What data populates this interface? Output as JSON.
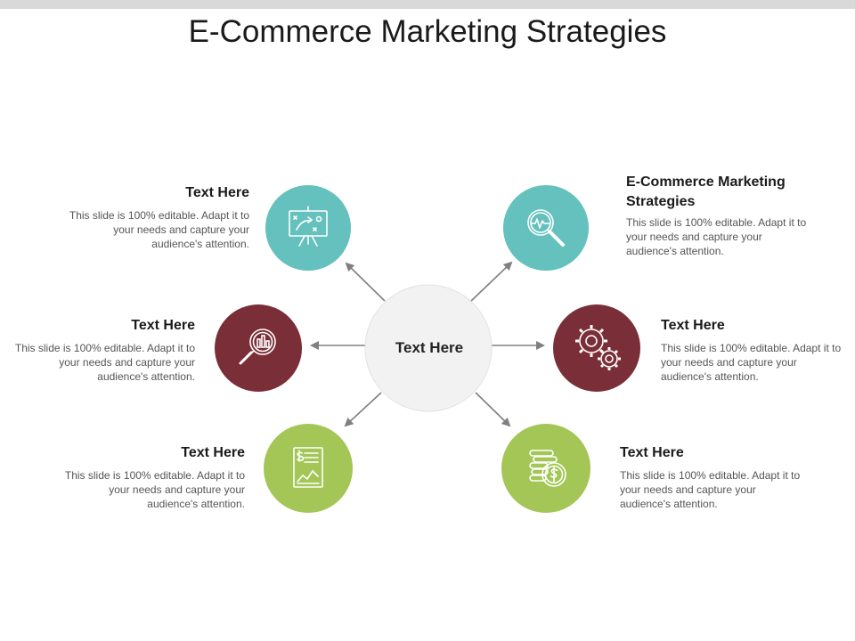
{
  "title": "E-Commerce Marketing Strategies",
  "center": {
    "label": "Text Here"
  },
  "colors": {
    "teal": "#64c1bd",
    "maroon": "#7a2e37",
    "green": "#a3c656",
    "center_fill": "#f2f2f2",
    "arrow": "#808080"
  },
  "nodes": [
    {
      "id": "top-left",
      "color": "teal",
      "icon": "strategy-board-icon",
      "heading": "Text Here",
      "body": "This slide is 100% editable. Adapt it to your needs and capture your audience's attention."
    },
    {
      "id": "middle-left",
      "color": "maroon",
      "icon": "magnifier-chart-icon",
      "heading": "Text Here",
      "body": "This slide is 100% editable. Adapt it to your needs and capture your audience's attention."
    },
    {
      "id": "bottom-left",
      "color": "green",
      "icon": "financial-report-icon",
      "heading": "Text Here",
      "body": "This slide is 100% editable. Adapt it to your needs and capture your audience's attention."
    },
    {
      "id": "top-right",
      "color": "teal",
      "icon": "search-pulse-icon",
      "heading": "E-Commerce Marketing Strategies",
      "body": "This slide is 100% editable. Adapt it to your needs and capture your audience's attention."
    },
    {
      "id": "middle-right",
      "color": "maroon",
      "icon": "gears-icon",
      "heading": "Text Here",
      "body": "This slide is 100% editable. Adapt it to your needs and capture your audience's attention."
    },
    {
      "id": "bottom-right",
      "color": "green",
      "icon": "coins-dollar-icon",
      "heading": "Text Here",
      "body": "This slide is 100% editable. Adapt it to your needs and capture your audience's attention."
    }
  ]
}
